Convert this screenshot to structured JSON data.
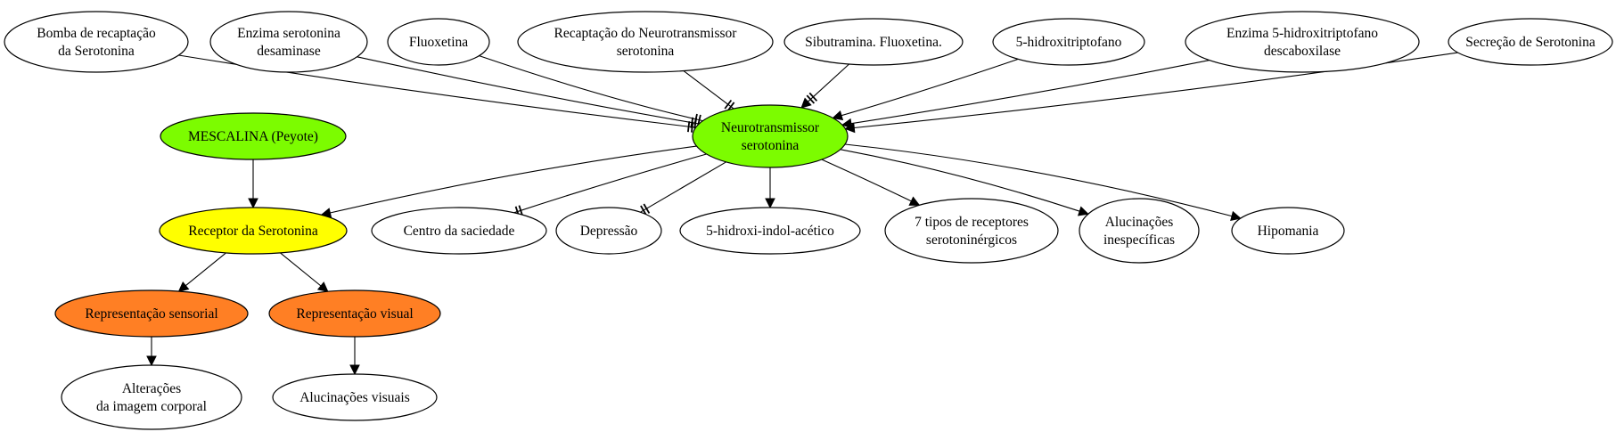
{
  "diagram": {
    "nodes": [
      {
        "id": "bomba",
        "lines": [
          "Bomba de recaptação",
          "da Serotonina"
        ],
        "fill": "#ffffff"
      },
      {
        "id": "enzima-desaminase",
        "lines": [
          "Enzima serotonina",
          "desaminase"
        ],
        "fill": "#ffffff"
      },
      {
        "id": "fluoxetina",
        "lines": [
          "Fluoxetina"
        ],
        "fill": "#ffffff"
      },
      {
        "id": "recaptacao",
        "lines": [
          "Recaptação do Neurotransmissor",
          "serotonina"
        ],
        "fill": "#ffffff"
      },
      {
        "id": "sibutramina",
        "lines": [
          "Sibutramina. Fluoxetina."
        ],
        "fill": "#ffffff"
      },
      {
        "id": "hidroxitriptofano",
        "lines": [
          "5-hidroxitriptofano"
        ],
        "fill": "#ffffff"
      },
      {
        "id": "enzima-descaboxilase",
        "lines": [
          "Enzima 5-hidroxitriptofano",
          "descaboxilase"
        ],
        "fill": "#ffffff"
      },
      {
        "id": "secrecao",
        "lines": [
          "Secreção de Serotonina"
        ],
        "fill": "#ffffff"
      },
      {
        "id": "mescalina",
        "lines": [
          "MESCALINA (Peyote)"
        ],
        "fill": "#7cfc00"
      },
      {
        "id": "neurotransmissor",
        "lines": [
          "Neurotransmissor",
          "serotonina"
        ],
        "fill": "#7cfc00"
      },
      {
        "id": "receptor",
        "lines": [
          "Receptor da Serotonina"
        ],
        "fill": "#ffff00"
      },
      {
        "id": "saciedade",
        "lines": [
          "Centro da saciedade"
        ],
        "fill": "#ffffff"
      },
      {
        "id": "depressao",
        "lines": [
          "Depressão"
        ],
        "fill": "#ffffff"
      },
      {
        "id": "indol",
        "lines": [
          "5-hidroxi-indol-acético"
        ],
        "fill": "#ffffff"
      },
      {
        "id": "tipos-receptores",
        "lines": [
          "7 tipos de receptores",
          "serotoninérgicos"
        ],
        "fill": "#ffffff"
      },
      {
        "id": "alucinacoes-inesp",
        "lines": [
          "Alucinações",
          "inespecíficas"
        ],
        "fill": "#ffffff"
      },
      {
        "id": "hipomania",
        "lines": [
          "Hipomania"
        ],
        "fill": "#ffffff"
      },
      {
        "id": "rep-sensorial",
        "lines": [
          "Representação sensorial"
        ],
        "fill": "#ff7f24"
      },
      {
        "id": "rep-visual",
        "lines": [
          "Representação visual"
        ],
        "fill": "#ff7f24"
      },
      {
        "id": "alteracoes",
        "lines": [
          "Alterações",
          "da imagem corporal"
        ],
        "fill": "#ffffff"
      },
      {
        "id": "alucinacoes-visuais",
        "lines": [
          "Alucinações visuais"
        ],
        "fill": "#ffffff"
      }
    ],
    "edges": [
      {
        "from": "bomba",
        "to": "neurotransmissor",
        "head": "tee"
      },
      {
        "from": "enzima-desaminase",
        "to": "neurotransmissor",
        "head": "tee"
      },
      {
        "from": "fluoxetina",
        "to": "neurotransmissor",
        "head": "tee"
      },
      {
        "from": "recaptacao",
        "to": "neurotransmissor",
        "head": "tee"
      },
      {
        "from": "sibutramina",
        "to": "neurotransmissor",
        "head": "tee-arrow"
      },
      {
        "from": "hidroxitriptofano",
        "to": "neurotransmissor",
        "head": "arrow"
      },
      {
        "from": "enzima-descaboxilase",
        "to": "neurotransmissor",
        "head": "arrow"
      },
      {
        "from": "secrecao",
        "to": "neurotransmissor",
        "head": "arrow"
      },
      {
        "from": "mescalina",
        "to": "receptor",
        "head": "arrow"
      },
      {
        "from": "neurotransmissor",
        "to": "receptor",
        "head": "arrow"
      },
      {
        "from": "neurotransmissor",
        "to": "saciedade",
        "head": "tee"
      },
      {
        "from": "neurotransmissor",
        "to": "depressao",
        "head": "tee"
      },
      {
        "from": "neurotransmissor",
        "to": "indol",
        "head": "arrow"
      },
      {
        "from": "neurotransmissor",
        "to": "tipos-receptores",
        "head": "arrow"
      },
      {
        "from": "neurotransmissor",
        "to": "alucinacoes-inesp",
        "head": "arrow"
      },
      {
        "from": "neurotransmissor",
        "to": "hipomania",
        "head": "arrow"
      },
      {
        "from": "receptor",
        "to": "rep-sensorial",
        "head": "arrow"
      },
      {
        "from": "receptor",
        "to": "rep-visual",
        "head": "arrow"
      },
      {
        "from": "rep-sensorial",
        "to": "alteracoes",
        "head": "arrow"
      },
      {
        "from": "rep-visual",
        "to": "alucinacoes-visuais",
        "head": "arrow"
      }
    ]
  }
}
